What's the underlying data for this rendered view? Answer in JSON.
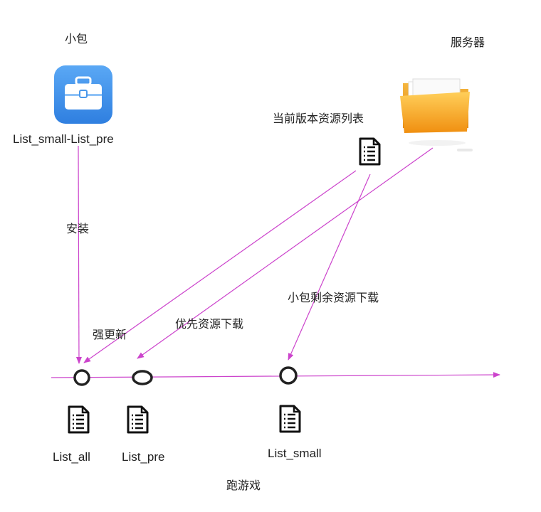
{
  "title_small_pkg": "小包",
  "title_server": "服务器",
  "app_label": "List_small-List_pre",
  "server_list_label": "当前版本资源列表",
  "edge_install": "安装",
  "edge_force_update": "强更新",
  "edge_priority_download": "优先资源下载",
  "edge_remaining_download": "小包剩余资源下载",
  "node_list_all": "List_all",
  "node_list_pre": "List_pre",
  "node_list_small": "List_small",
  "timeline_label": "跑游戏",
  "colors": {
    "arrow": "#cc44cc",
    "node": "#222222",
    "app_icon_top": "#5aa8f5",
    "app_icon_bottom": "#2f7fe0",
    "folder": "#f5a623"
  },
  "icons": {
    "app": "briefcase-icon",
    "server": "folder-icon",
    "list": "document-list-icon"
  }
}
